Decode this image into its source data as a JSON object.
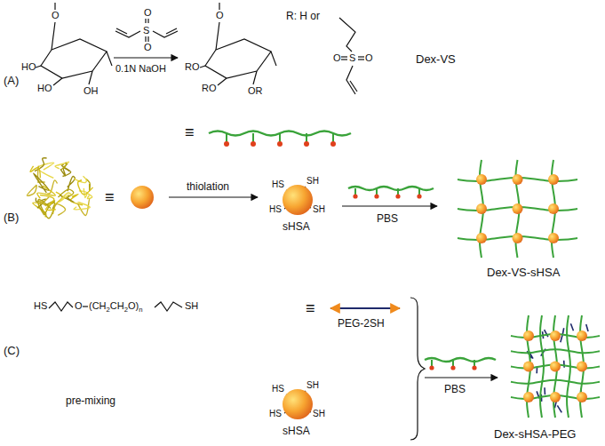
{
  "diagram": {
    "labels": [
      "(A)",
      "O",
      "HO",
      "HO",
      "OH",
      "S",
      "O",
      "O",
      "0.1N NaOH",
      "O",
      "RO",
      "RO",
      "OR",
      "R: H or",
      "S",
      "O",
      "O",
      "Dex-VS",
      "≡",
      "(B)",
      "≡",
      "thiolation",
      "HS",
      "SH",
      "HS",
      "SH",
      "sHSA",
      "PBS",
      "Dex-VS-sHSA",
      "(C)",
      "HS",
      "O",
      "(CH",
      "2",
      "CH",
      "2",
      "O)",
      "n",
      "SH",
      "≡",
      "PEG-2SH",
      "pre-mixing",
      "HS",
      "SH",
      "SH",
      "HS",
      "sHSA",
      "PBS",
      "Dex-sHSA-PEG"
    ]
  }
}
